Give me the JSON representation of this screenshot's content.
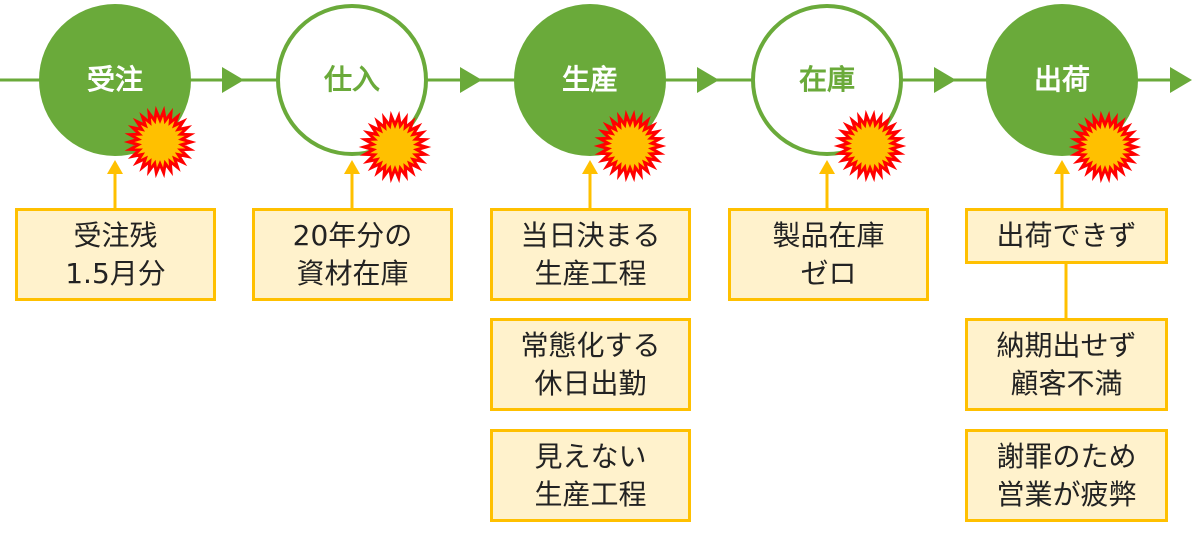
{
  "colors": {
    "green": "#6aaa3a",
    "arrow_green": "#6aaa3a",
    "note_fill": "#fff2cc",
    "note_border": "#ffc000",
    "burst_fill": "#ffc000",
    "burst_edge": "#ff0000"
  },
  "stages": [
    {
      "label": "受注",
      "filled": true,
      "icon": "burst-icon"
    },
    {
      "label": "仕入",
      "filled": false,
      "icon": "burst-icon"
    },
    {
      "label": "生産",
      "filled": true,
      "icon": "burst-icon"
    },
    {
      "label": "在庫",
      "filled": false,
      "icon": "burst-icon"
    },
    {
      "label": "出荷",
      "filled": true,
      "icon": "burst-icon"
    }
  ],
  "notes": {
    "order": [
      {
        "lines": [
          "受注残",
          "1.5月分"
        ]
      }
    ],
    "purchase": [
      {
        "lines": [
          "20年分の",
          "資材在庫"
        ]
      }
    ],
    "production": [
      {
        "lines": [
          "当日決まる",
          "生産工程"
        ]
      },
      {
        "lines": [
          "常態化する",
          "休日出勤"
        ]
      },
      {
        "lines": [
          "見えない",
          "生産工程"
        ]
      }
    ],
    "inventory": [
      {
        "lines": [
          "製品在庫",
          "ゼロ"
        ]
      }
    ],
    "shipping": [
      {
        "lines": [
          "出荷できず"
        ]
      },
      {
        "lines": [
          "納期出せず",
          "顧客不満"
        ]
      },
      {
        "lines": [
          "謝罪のため",
          "営業が疲弊"
        ]
      }
    ]
  }
}
